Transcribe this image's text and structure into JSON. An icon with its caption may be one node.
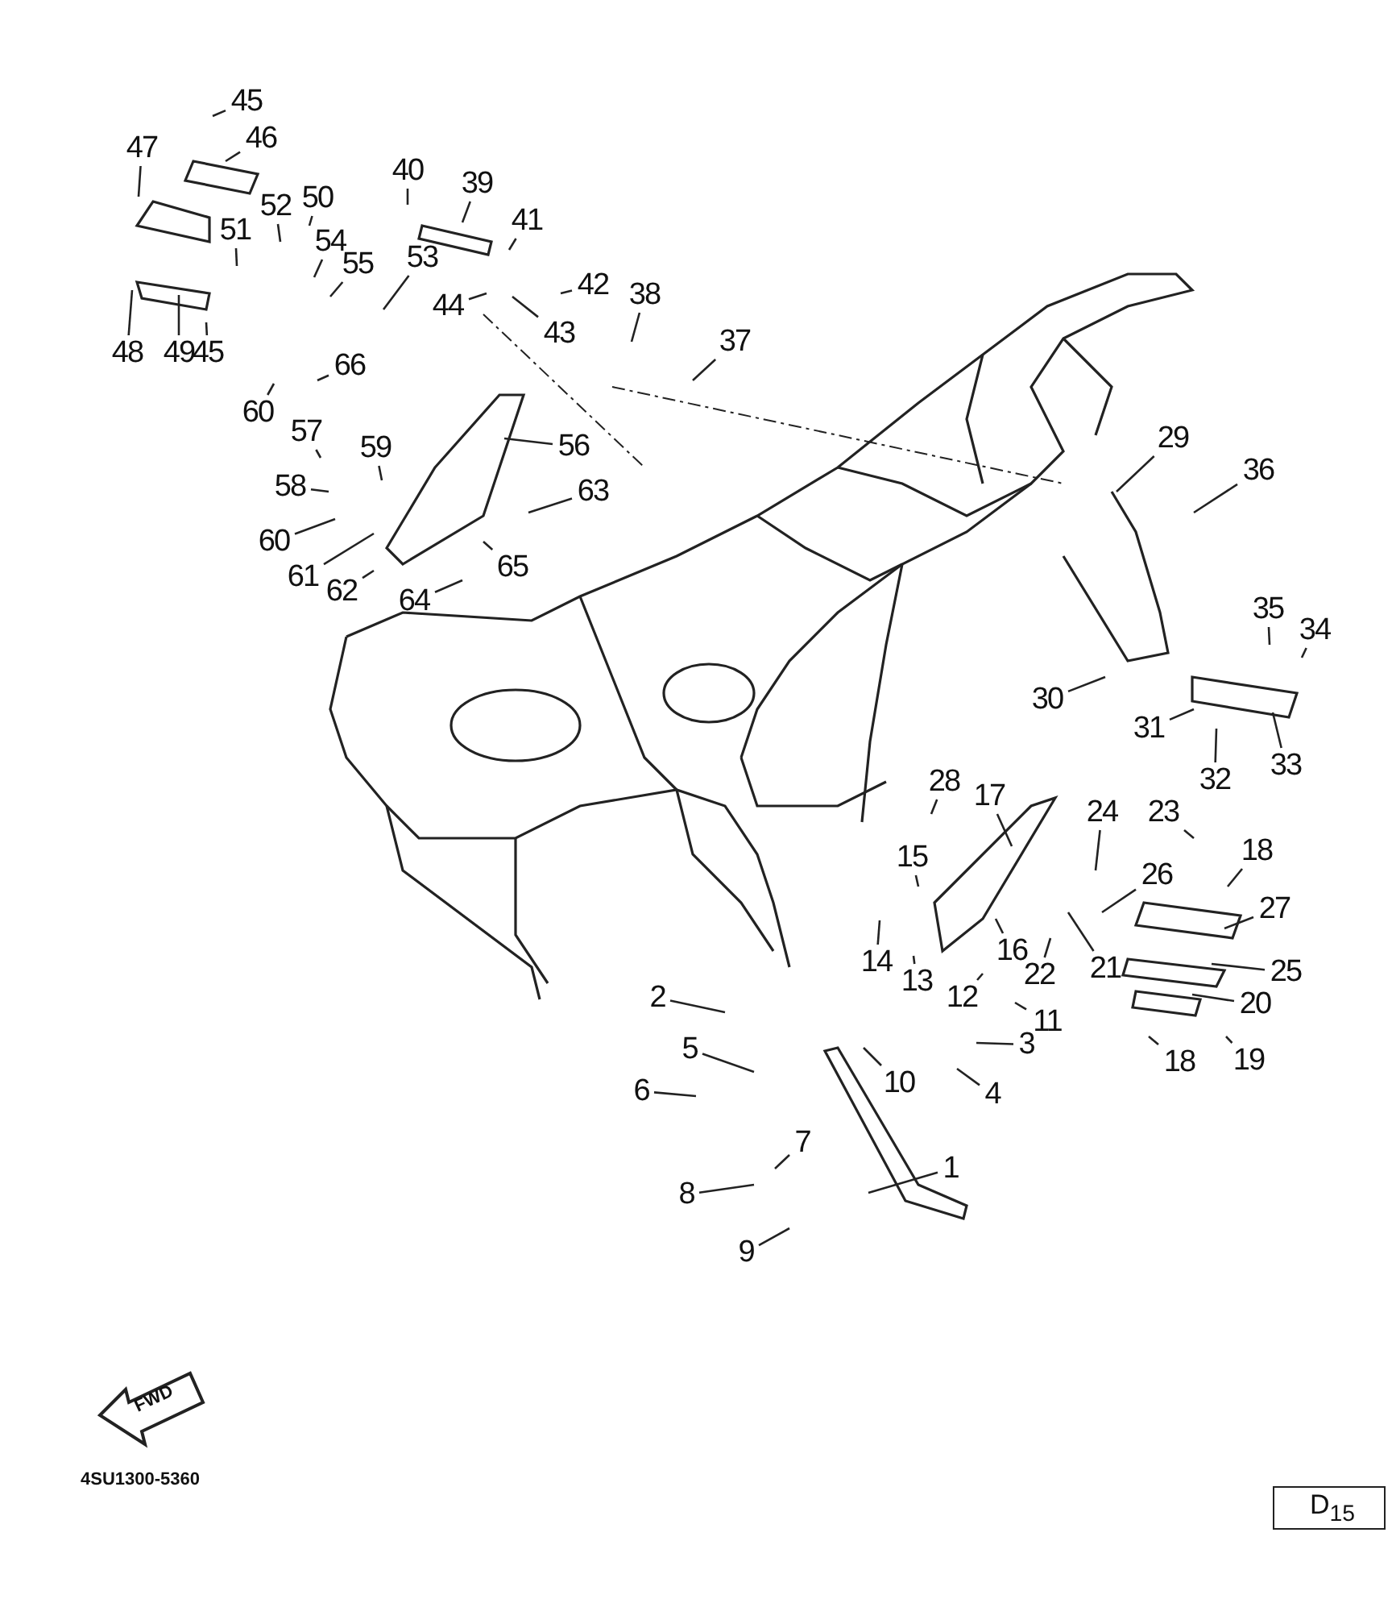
{
  "diagram": {
    "nodes": [
      {
        "text": [
          "45"
        ]
      },
      {
        "text": [
          "46"
        ]
      },
      {
        "text": [
          "47"
        ]
      },
      {
        "text": [
          "40"
        ]
      },
      {
        "text": [
          "39"
        ]
      },
      {
        "text": [
          "41"
        ]
      },
      {
        "text": [
          "52"
        ]
      },
      {
        "text": [
          "50"
        ]
      },
      {
        "text": [
          "51"
        ]
      },
      {
        "text": [
          "54"
        ]
      },
      {
        "text": [
          "42"
        ]
      },
      {
        "text": [
          "55"
        ]
      },
      {
        "text": [
          "53"
        ]
      },
      {
        "text": [
          "44"
        ]
      },
      {
        "text": [
          "43"
        ]
      },
      {
        "text": [
          "38"
        ]
      },
      {
        "text": [
          "37"
        ]
      },
      {
        "text": [
          "48"
        ]
      },
      {
        "text": [
          "49"
        ]
      },
      {
        "text": [
          "45"
        ]
      },
      {
        "text": [
          "66"
        ]
      },
      {
        "text": [
          "60"
        ]
      },
      {
        "text": [
          "57"
        ]
      },
      {
        "text": [
          "59"
        ]
      },
      {
        "text": [
          "56"
        ]
      },
      {
        "text": [
          "58"
        ]
      },
      {
        "text": [
          "63"
        ]
      },
      {
        "text": [
          "60"
        ]
      },
      {
        "text": [
          "65"
        ]
      },
      {
        "text": [
          "61"
        ]
      },
      {
        "text": [
          "62"
        ]
      },
      {
        "text": [
          "64"
        ]
      },
      {
        "text": [
          "29"
        ]
      },
      {
        "text": [
          "36"
        ]
      },
      {
        "text": [
          "35"
        ]
      },
      {
        "text": [
          "34"
        ]
      },
      {
        "text": [
          "30"
        ]
      },
      {
        "text": [
          "31"
        ]
      },
      {
        "text": [
          "33"
        ]
      },
      {
        "text": [
          "32"
        ]
      },
      {
        "text": [
          "28"
        ]
      },
      {
        "text": [
          "17"
        ]
      },
      {
        "text": [
          "24"
        ]
      },
      {
        "text": [
          "23"
        ]
      },
      {
        "text": [
          "15"
        ]
      },
      {
        "text": [
          "18"
        ]
      },
      {
        "text": [
          "26"
        ]
      },
      {
        "text": [
          "27"
        ]
      },
      {
        "text": [
          "14"
        ]
      },
      {
        "text": [
          "13"
        ]
      },
      {
        "text": [
          "16"
        ]
      },
      {
        "text": [
          "22"
        ]
      },
      {
        "text": [
          "21"
        ]
      },
      {
        "text": [
          "25"
        ]
      },
      {
        "text": [
          "12"
        ]
      },
      {
        "text": [
          "20"
        ]
      },
      {
        "text": [
          "11"
        ]
      },
      {
        "text": [
          "2"
        ]
      },
      {
        "text": [
          "3"
        ]
      },
      {
        "text": [
          "19"
        ]
      },
      {
        "text": [
          "5"
        ]
      },
      {
        "text": [
          "10"
        ]
      },
      {
        "text": [
          "18"
        ]
      },
      {
        "text": [
          "4"
        ]
      },
      {
        "text": [
          "6"
        ]
      },
      {
        "text": [
          "7"
        ]
      },
      {
        "text": [
          "1"
        ]
      },
      {
        "text": [
          "8"
        ]
      },
      {
        "text": [
          "9"
        ]
      }
    ],
    "edges": [
      {
        "from": 0,
        "to": null,
        "arrow": "none"
      },
      {
        "from": 1,
        "to": null,
        "arrow": "none"
      },
      {
        "from": 2,
        "to": null,
        "arrow": "none"
      },
      {
        "from": 3,
        "to": null,
        "arrow": "none"
      },
      {
        "from": 4,
        "to": null,
        "arrow": "none"
      },
      {
        "from": 5,
        "to": null,
        "arrow": "none"
      },
      {
        "from": 6,
        "to": null,
        "arrow": "none"
      },
      {
        "from": 7,
        "to": null,
        "arrow": "none"
      },
      {
        "from": 8,
        "to": null,
        "arrow": "none"
      },
      {
        "from": 9,
        "to": null,
        "arrow": "none"
      },
      {
        "from": 10,
        "to": null,
        "arrow": "none"
      },
      {
        "from": 11,
        "to": null,
        "arrow": "none"
      },
      {
        "from": 12,
        "to": null,
        "arrow": "none"
      },
      {
        "from": 13,
        "to": null,
        "arrow": "none"
      },
      {
        "from": 14,
        "to": null,
        "arrow": "none"
      },
      {
        "from": 15,
        "to": null,
        "arrow": "none"
      },
      {
        "from": 16,
        "to": null,
        "arrow": "none"
      },
      {
        "from": 17,
        "to": null,
        "arrow": "none"
      },
      {
        "from": 18,
        "to": null,
        "arrow": "none"
      },
      {
        "from": 19,
        "to": null,
        "arrow": "none"
      },
      {
        "from": 20,
        "to": null,
        "arrow": "none"
      },
      {
        "from": 21,
        "to": null,
        "arrow": "none"
      },
      {
        "from": 22,
        "to": null,
        "arrow": "none"
      },
      {
        "from": 23,
        "to": null,
        "arrow": "none"
      },
      {
        "from": 24,
        "to": null,
        "arrow": "none"
      },
      {
        "from": 25,
        "to": null,
        "arrow": "none"
      },
      {
        "from": 26,
        "to": null,
        "arrow": "none"
      },
      {
        "from": 27,
        "to": null,
        "arrow": "none"
      },
      {
        "from": 28,
        "to": null,
        "arrow": "none"
      },
      {
        "from": 29,
        "to": null,
        "arrow": "none"
      },
      {
        "from": 30,
        "to": null,
        "arrow": "none"
      },
      {
        "from": 31,
        "to": null,
        "arrow": "none"
      },
      {
        "from": 32,
        "to": null,
        "arrow": "none"
      },
      {
        "from": 33,
        "to": null,
        "arrow": "none"
      },
      {
        "from": 34,
        "to": null,
        "arrow": "none"
      },
      {
        "from": 35,
        "to": null,
        "arrow": "none"
      },
      {
        "from": 36,
        "to": null,
        "arrow": "none"
      },
      {
        "from": 37,
        "to": null,
        "arrow": "none"
      },
      {
        "from": 38,
        "to": null,
        "arrow": "none"
      },
      {
        "from": 39,
        "to": null,
        "arrow": "none"
      },
      {
        "from": 40,
        "to": null,
        "arrow": "none"
      },
      {
        "from": 41,
        "to": null,
        "arrow": "none"
      },
      {
        "from": 42,
        "to": null,
        "arrow": "none"
      },
      {
        "from": 43,
        "to": null,
        "arrow": "none"
      },
      {
        "from": 44,
        "to": null,
        "arrow": "none"
      },
      {
        "from": 45,
        "to": null,
        "arrow": "none"
      },
      {
        "from": 46,
        "to": null,
        "arrow": "none"
      },
      {
        "from": 47,
        "to": null,
        "arrow": "none"
      },
      {
        "from": 48,
        "to": null,
        "arrow": "none"
      },
      {
        "from": 49,
        "to": null,
        "arrow": "none"
      },
      {
        "from": 50,
        "to": null,
        "arrow": "none"
      },
      {
        "from": 51,
        "to": null,
        "arrow": "none"
      },
      {
        "from": 52,
        "to": null,
        "arrow": "none"
      },
      {
        "from": 53,
        "to": null,
        "arrow": "none"
      },
      {
        "from": 54,
        "to": null,
        "arrow": "none"
      },
      {
        "from": 55,
        "to": null,
        "arrow": "none"
      },
      {
        "from": 56,
        "to": null,
        "arrow": "none"
      },
      {
        "from": 57,
        "to": null,
        "arrow": "none"
      },
      {
        "from": 58,
        "to": null,
        "arrow": "none"
      },
      {
        "from": 59,
        "to": null,
        "arrow": "none"
      },
      {
        "from": 60,
        "to": null,
        "arrow": "none"
      },
      {
        "from": 61,
        "to": null,
        "arrow": "none"
      },
      {
        "from": 62,
        "to": null,
        "arrow": "none"
      },
      {
        "from": 63,
        "to": null,
        "arrow": "none"
      },
      {
        "from": 64,
        "to": null,
        "arrow": "none"
      },
      {
        "from": 65,
        "to": null,
        "arrow": "none"
      },
      {
        "from": 66,
        "to": null,
        "arrow": "none"
      },
      {
        "from": 67,
        "to": null,
        "arrow": "none"
      },
      {
        "from": 68,
        "to": null,
        "arrow": "none"
      }
    ],
    "labels": [
      "FWD",
      "4SU1300-5360",
      "D$_{15}$"
    ]
  }
}
